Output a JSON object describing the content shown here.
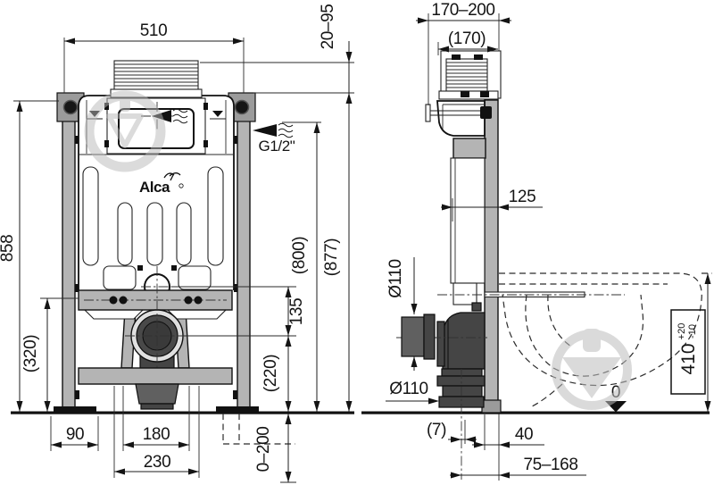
{
  "brand": {
    "logo_text": "Alca"
  },
  "front": {
    "width_510": "510",
    "plate_depth_range": "20–95",
    "overall_height": "858",
    "lower_frame_height": "(320)",
    "foot_edge_offset": "90",
    "drain_inner_width": "180",
    "drain_outer_width": "230",
    "flush_to_drain": "135",
    "drain_axis_height": "(220)",
    "inlet_height": "(800)",
    "frame_top_height": "(877)",
    "leg_extension": "0–200",
    "water_inlet_thread": "G1/2\""
  },
  "side": {
    "mount_depth_range": "170–200",
    "mount_depth_nominal": "(170)",
    "cistern_depth": "125",
    "outlet_connector_dia": "Ø110",
    "outlet_elbow_dia": "Ø110",
    "outlet_axis_offset": "(7)",
    "frame_profile_depth": "40",
    "outlet_depth_range": "75–168",
    "bowl_top_height": "410",
    "bowl_height_tol_plus": "+20",
    "bowl_height_tol_minus": "-10",
    "floor_datum": "0"
  }
}
